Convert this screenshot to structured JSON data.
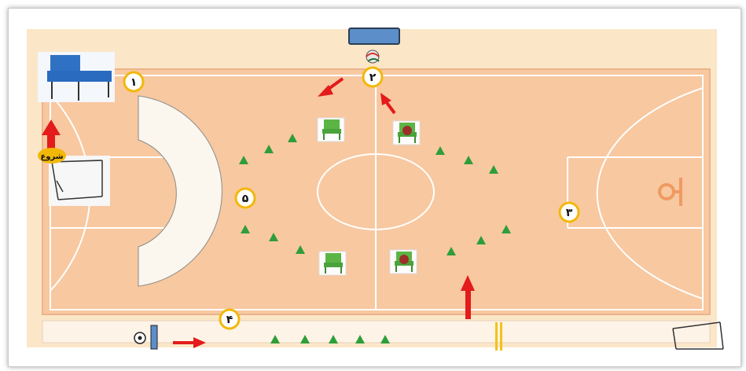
{
  "stations": [
    {
      "id": "1",
      "label": "١"
    },
    {
      "id": "2",
      "label": "٢"
    },
    {
      "id": "3",
      "label": "٣"
    },
    {
      "id": "4",
      "label": "۴"
    },
    {
      "id": "5",
      "label": "۵"
    }
  ],
  "start_label": "شروع",
  "colors": {
    "court": "#f8c8a0",
    "outer": "#fbe6c8",
    "court_lines": "#ffffff",
    "cone": "#2e9e3a",
    "arrow": "#e31b1b",
    "label_ring": "#f2b807",
    "goal_top": "#5c8fc9"
  },
  "icons": [
    "ping-pong-table-icon",
    "soccer-goal-icon",
    "chair-icon",
    "ball-icon",
    "volleyball-icon",
    "cone-icon",
    "arrow-icon",
    "hoop-icon",
    "pole-icon"
  ]
}
